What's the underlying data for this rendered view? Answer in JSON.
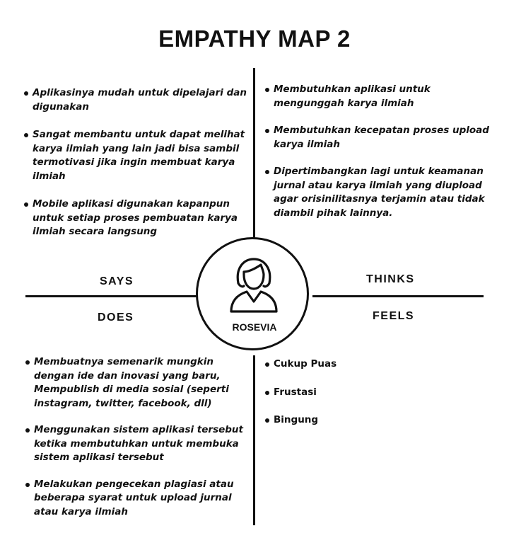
{
  "title": "EMPATHY MAP 2",
  "persona": {
    "name": "ROSEVIA",
    "icon": "woman-avatar-icon"
  },
  "quadrants": {
    "says": {
      "label": "SAYS",
      "items": [
        "Aplikasinya mudah untuk dipelajari dan digunakan",
        "Sangat membantu untuk dapat melihat karya ilmiah yang lain jadi bisa sambil  termotivasi jika ingin membuat karya ilmiah",
        "Mobile aplikasi digunakan kapanpun untuk setiap proses pembuatan karya ilmiah secara langsung"
      ]
    },
    "thinks": {
      "label": "THINKS",
      "items": [
        "Membutuhkan aplikasi untuk mengunggah karya ilmiah",
        "Membutuhkan kecepatan proses upload karya ilmiah",
        "Dipertimbangkan lagi untuk keamanan jurnal atau karya ilmiah yang diupload agar orisinilitasnya terjamin atau tidak diambil pihak lainnya."
      ]
    },
    "does": {
      "label": "DOES",
      "items": [
        "Membuatnya semenarik mungkin dengan ide dan inovasi yang baru, Mempublish di media sosial (seperti instagram, twitter, facebook, dll)",
        "Menggunakan sistem aplikasi tersebut ketika membutuhkan untuk membuka sistem aplikasi tersebut",
        "Melakukan pengecekan plagiasi atau beberapa syarat untuk upload jurnal atau karya ilmiah"
      ]
    },
    "feels": {
      "label": "FEELS",
      "items": [
        "Cukup Puas",
        "Frustasi",
        "Bingung"
      ]
    }
  }
}
